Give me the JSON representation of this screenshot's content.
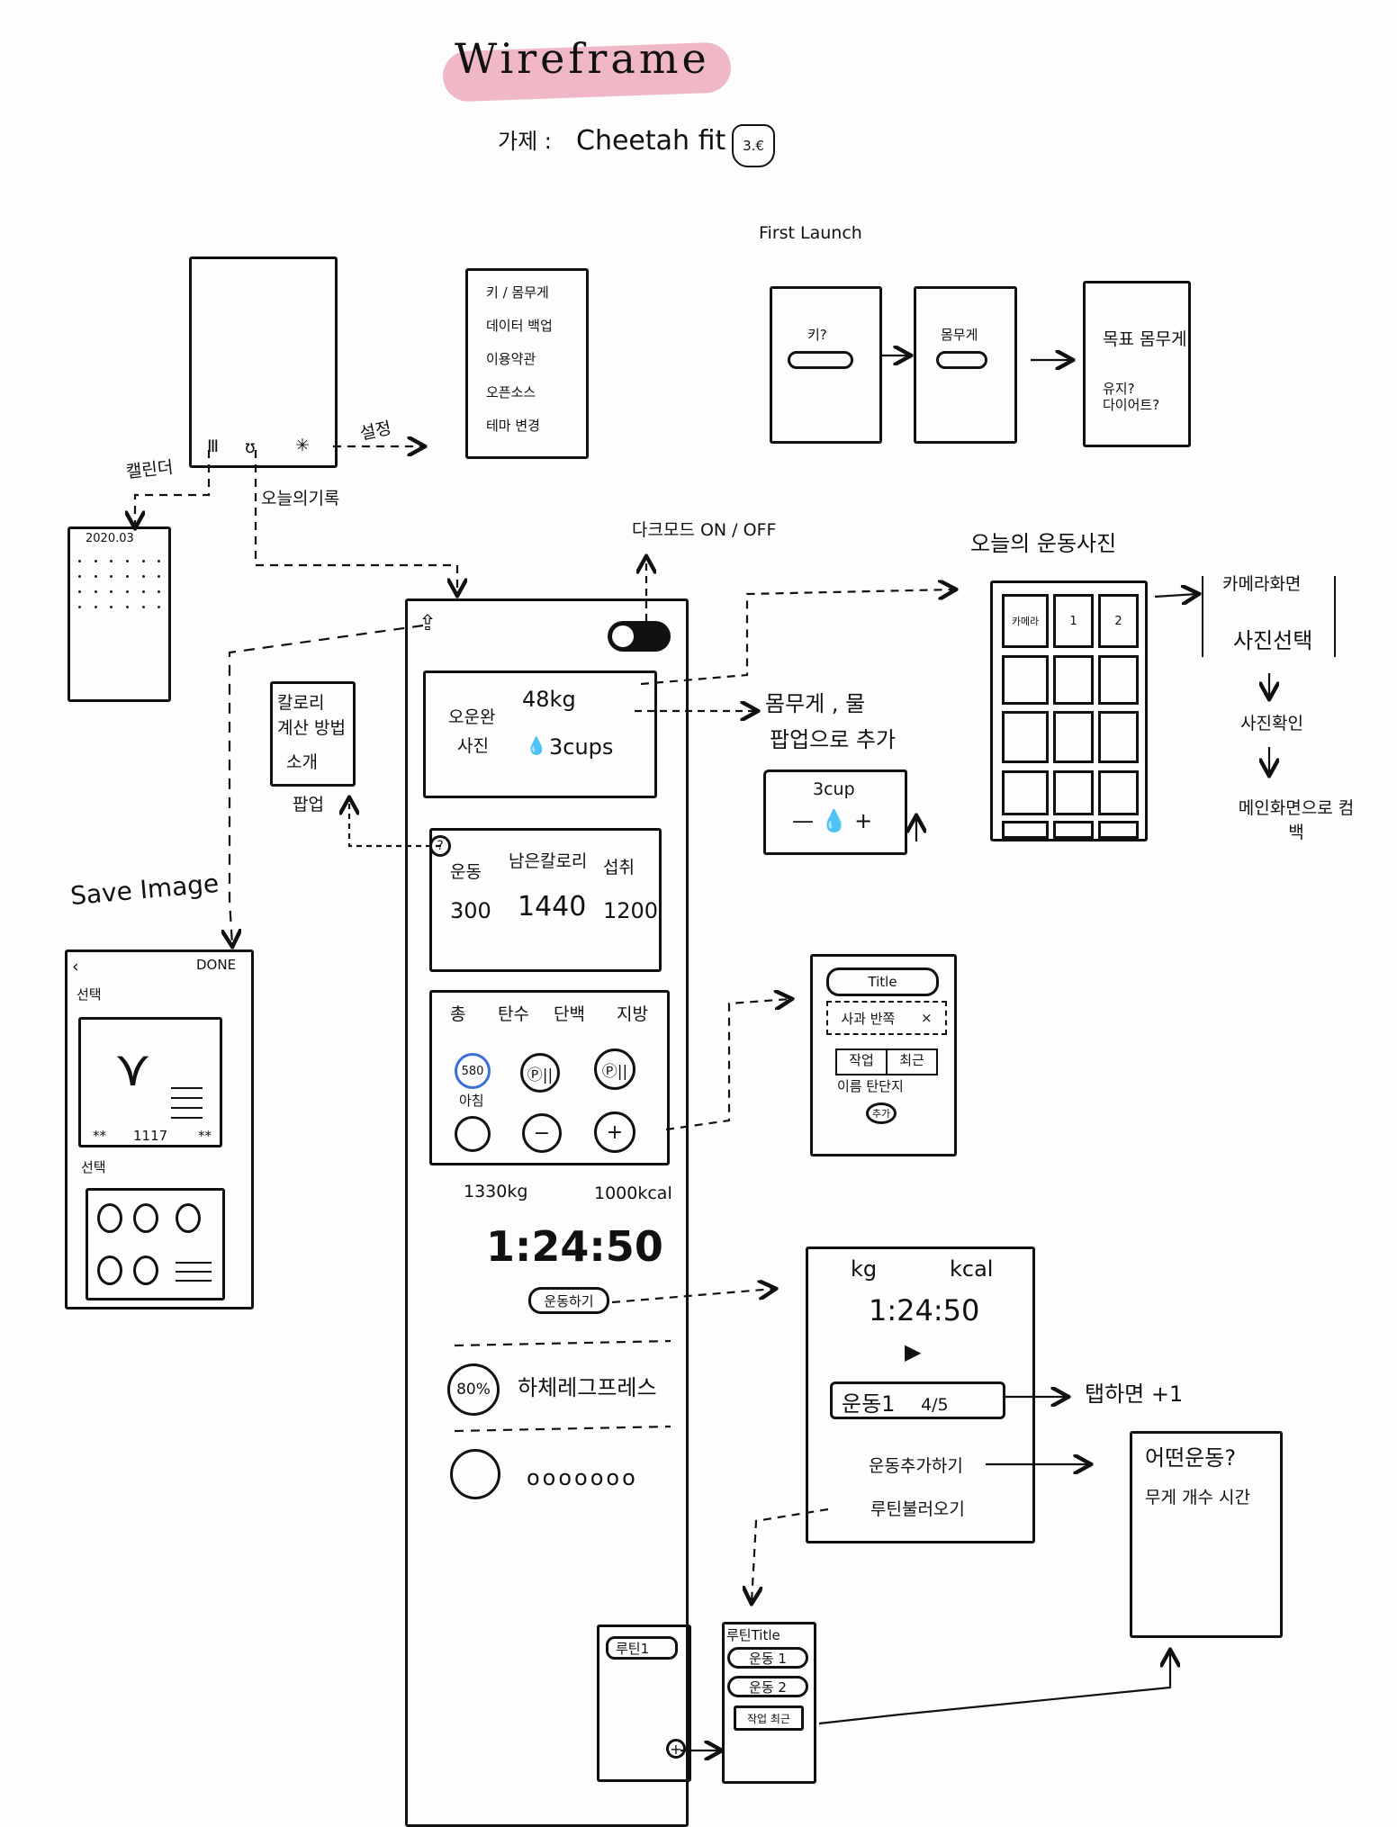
{
  "header": {
    "title": "Wireframe",
    "subtitle_label": "가제 :",
    "subtitle_name": "Cheetah fit",
    "logo_text": "3.€"
  },
  "home_tabs": {
    "settings_label": "설정",
    "calendar_label": "캘린더",
    "today_label": "오늘의기록"
  },
  "settings_menu": [
    "키 / 몸무게",
    "데이터 백업",
    "이용약관",
    "오픈소스",
    "테마 변경"
  ],
  "first_launch": {
    "title": "First Launch",
    "screen1": "키?",
    "screen2": "몸무게",
    "screen3_title": "목표 몸무게",
    "screen3_line1": "유지?",
    "screen3_line2": "다이어트?"
  },
  "calendar_screen": {
    "date": "2020.03"
  },
  "dark_mode_label": "다크모드 ON / OFF",
  "calorie_popup": {
    "line1": "칼로리",
    "line2": "계산 방법",
    "line3": "소개",
    "note": "팝업"
  },
  "main_screen": {
    "photo_label1": "오운완",
    "photo_label2": "사진",
    "weight": "48kg",
    "water": "3cups",
    "stats": [
      {
        "label": "운동",
        "value": "300"
      },
      {
        "label": "남은칼로리",
        "value": "1440"
      },
      {
        "label": "섭취",
        "value": "1200"
      }
    ],
    "macro_tabs": [
      "총",
      "탄수",
      "단백",
      "지방"
    ],
    "meal_value": "580",
    "meal_label": "아침",
    "meal_pill": "Ⓟ||",
    "total_weight": "1330kg",
    "total_kcal": "1000kcal",
    "timer": "1:24:50",
    "workout_button": "운동하기",
    "exercise_percent": "80%",
    "exercise_name": "하체레그프레스",
    "placeholder_dots": "ooooooo"
  },
  "weight_water_note": {
    "line1": "몸무게 , 물",
    "line2": "팝업으로 추가"
  },
  "water_popup": {
    "label": "3cup",
    "controls": "— 💧 +"
  },
  "save_image": {
    "title": "Save Image",
    "done": "DONE",
    "select1": "선택",
    "select2": "선택",
    "stats_row": [
      "**",
      "1117",
      "**"
    ]
  },
  "photos_screen": {
    "title": "오늘의 운동사진",
    "cells": [
      "카메라",
      "1",
      "2"
    ]
  },
  "photo_flow": [
    "카메라화면",
    "사진선택",
    "사진확인",
    "메인화면으로 컴백"
  ],
  "meal_add": {
    "title": "Title",
    "item": "사과 반쪽",
    "close": "×",
    "buttons": [
      "작업",
      "최근"
    ],
    "note": "이름 탄단지",
    "add": "추가"
  },
  "workout_screen": {
    "kg": "kg",
    "kcal": "kcal",
    "timer": "1:24:50",
    "play": "▶",
    "exercise": "운동1",
    "sets": "4/5",
    "add_exercise": "운동추가하기",
    "load_routine": "루틴불러오기"
  },
  "tap_note": "탭하면 +1",
  "exercise_detail": {
    "title": "어떤운동?",
    "fields": "무게 개수 시간"
  },
  "routine_list": {
    "item": "루틴1",
    "add": "+"
  },
  "routine_detail": {
    "title": "루틴Title",
    "items": [
      "운동 1",
      "운동 2"
    ],
    "buttons": "작업 최근"
  }
}
